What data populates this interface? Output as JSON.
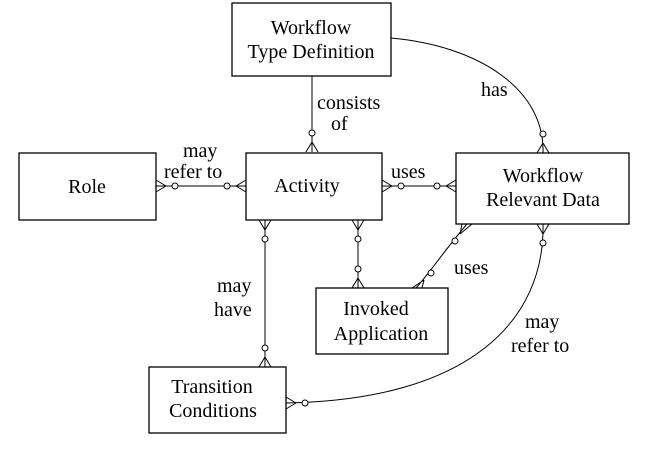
{
  "entities": {
    "workflow_type_definition": {
      "line1": "Workflow",
      "line2": "Type Definition"
    },
    "role": {
      "label": "Role"
    },
    "activity": {
      "label": "Activity"
    },
    "workflow_relevant_data": {
      "line1": "Workflow",
      "line2": "Relevant Data"
    },
    "invoked_application": {
      "line1": "Invoked",
      "line2": "Application"
    },
    "transition_conditions": {
      "line1": "Transition",
      "line2": "Conditions"
    }
  },
  "relations": {
    "consists_of": {
      "line1": "consists",
      "line2": "of"
    },
    "has": {
      "label": "has"
    },
    "may_refer_to_role": {
      "line1": "may",
      "line2": "refer to"
    },
    "uses_data": {
      "label": "uses"
    },
    "uses_app": {
      "label": "uses"
    },
    "may_have": {
      "line1": "may",
      "line2": "have"
    },
    "may_refer_to_data": {
      "line1": "may",
      "line2": "refer to"
    }
  }
}
